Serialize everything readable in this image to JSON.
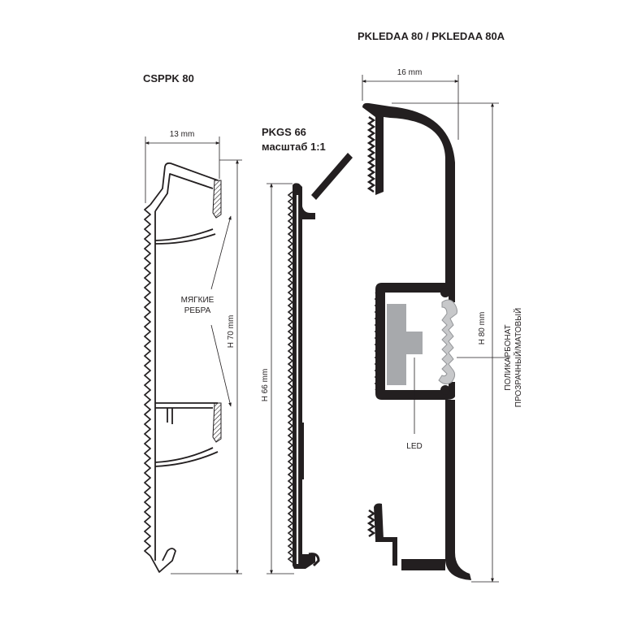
{
  "titles": {
    "csppk": "CSPPK 80",
    "pkgs_name": "PKGS 66",
    "pkgs_scale": "масштаб 1:1",
    "pkledaa": "PKLEDAA 80 / PKLEDAA 80A"
  },
  "dimensions": {
    "csppk_width": "13 mm",
    "csppk_height": "H 70 mm",
    "pkgs_height": "H 66 mm",
    "pkledaa_width": "16 mm",
    "pkledaa_height": "H 80 mm"
  },
  "labels": {
    "soft_ribs_line1": "МЯГКИЕ",
    "soft_ribs_line2": "РЕБРА",
    "led": "LED",
    "material_line1": "ПОЛИКАРБОНАТ",
    "material_line2": "ПРОЗРАЧНЫЙ/МАТОВЫЙ"
  },
  "colors": {
    "ink": "#231f20",
    "led_gray": "#a7a9ac",
    "hatch": "#231f20"
  }
}
